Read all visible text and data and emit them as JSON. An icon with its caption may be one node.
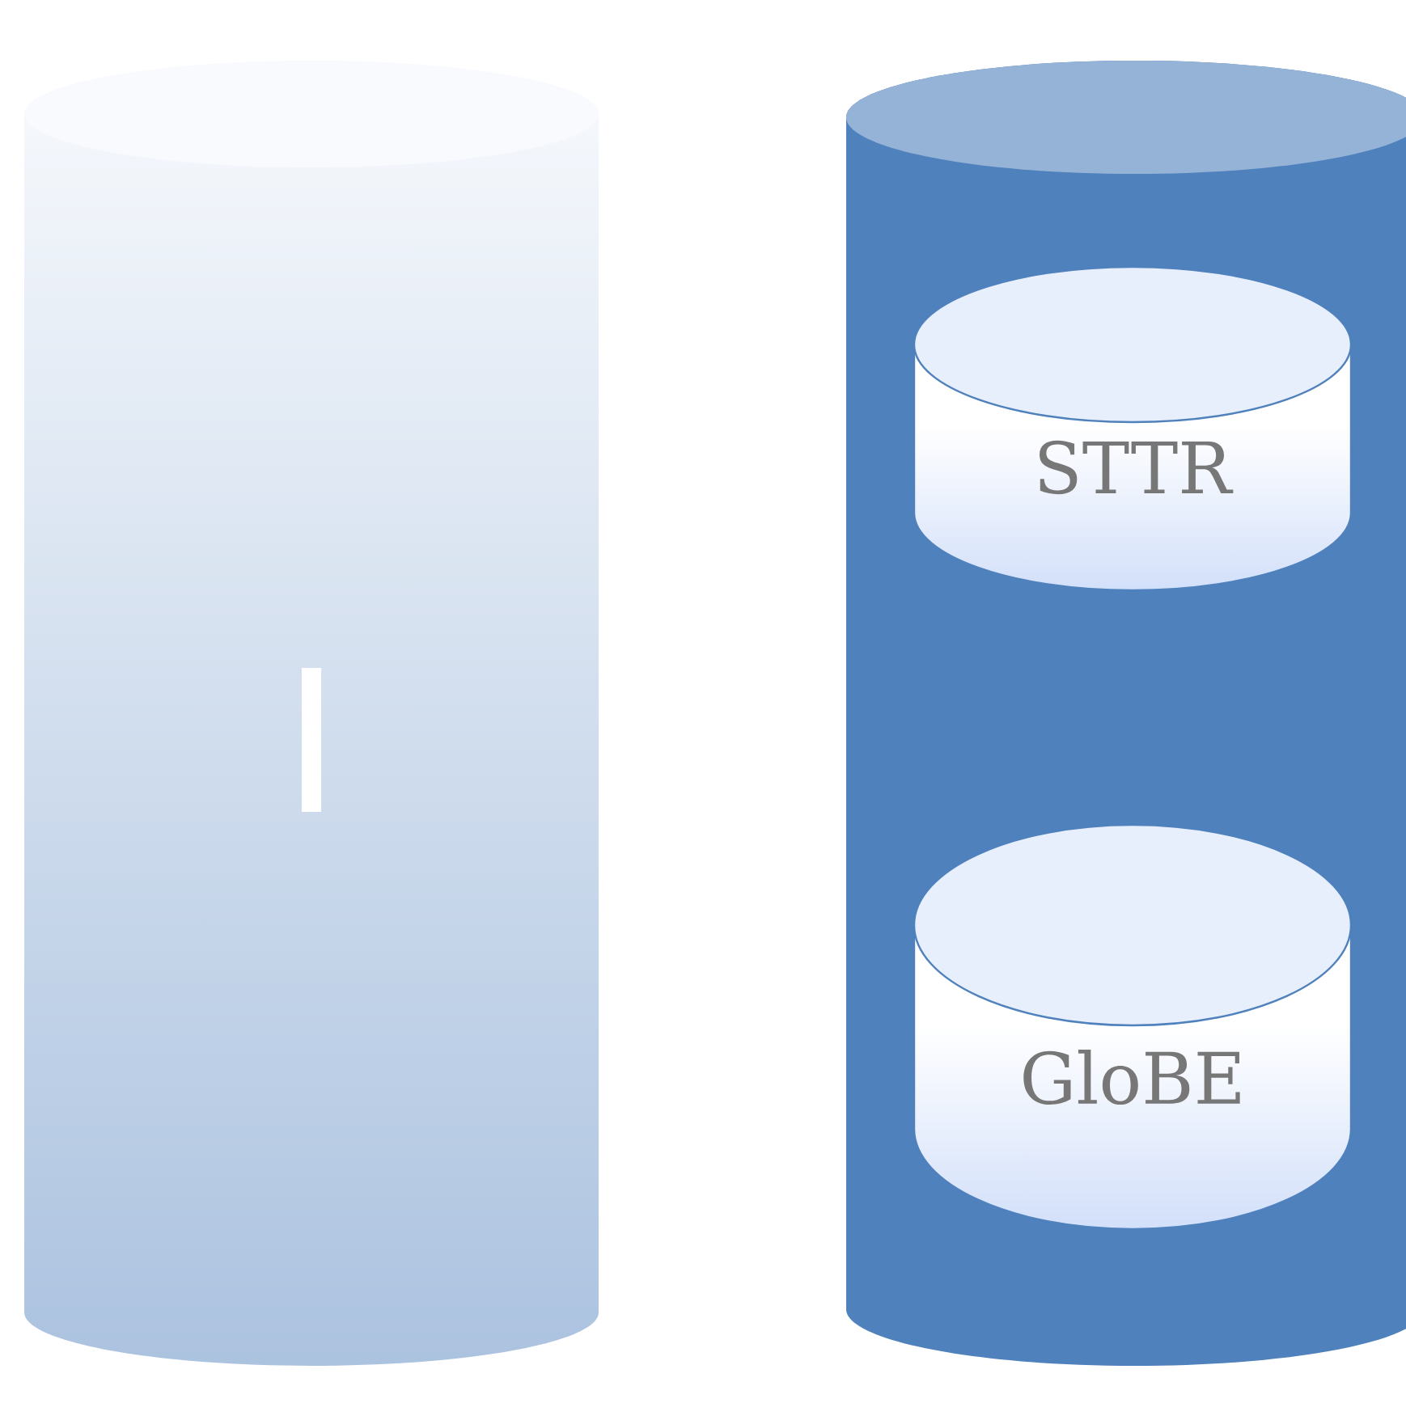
{
  "diagram": {
    "nodes": [
      {
        "text": [
          "I"
        ]
      },
      {
        "text": [],
        "shape": "cylinder"
      },
      {
        "text": [
          "STTR"
        ],
        "in": 1
      },
      {
        "text": [
          "GloBE"
        ],
        "in": 1
      }
    ]
  }
}
